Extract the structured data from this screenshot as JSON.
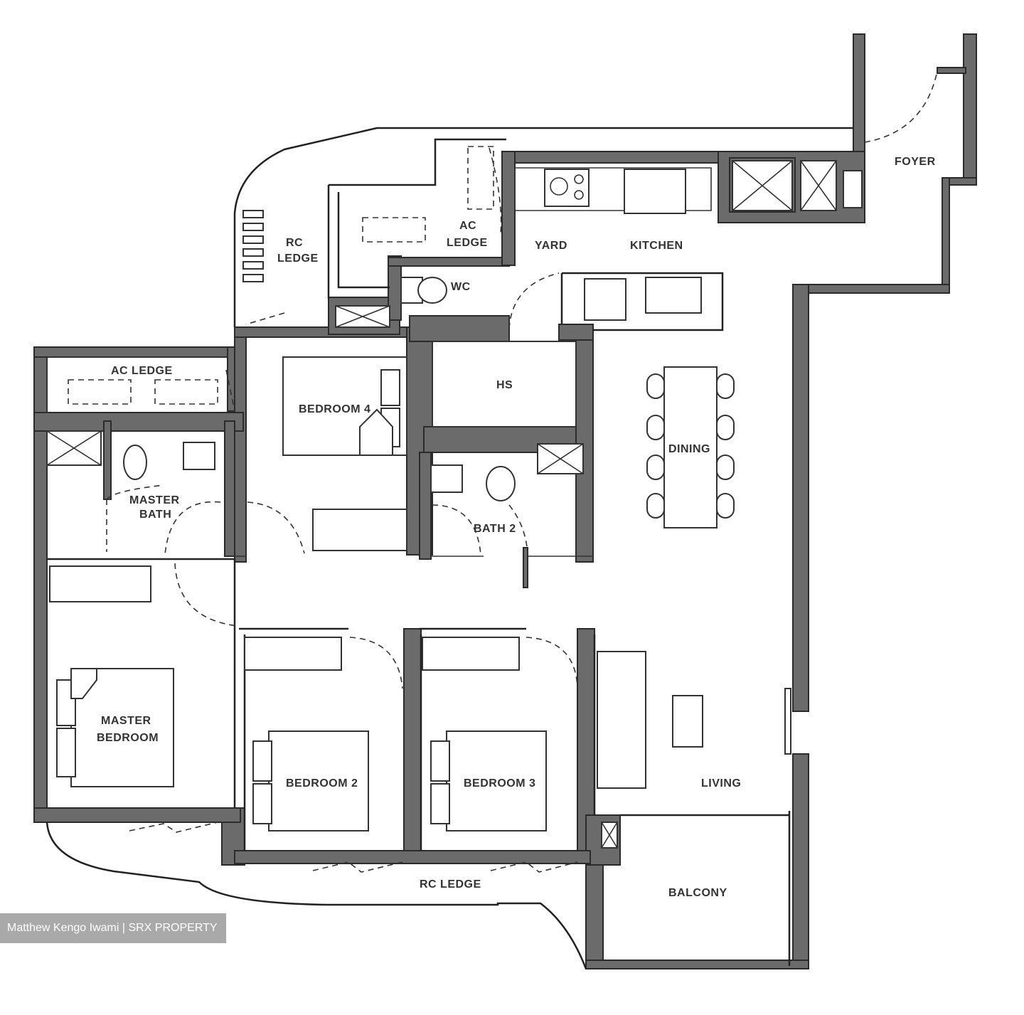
{
  "rooms": {
    "foyer": "FOYER",
    "rc_ledge_top": [
      "RC",
      "LEDGE"
    ],
    "ac_ledge_top": [
      "AC",
      "LEDGE"
    ],
    "yard": "YARD",
    "kitchen": "KITCHEN",
    "wc": "WC",
    "ac_ledge_left": "AC LEDGE",
    "bedroom4": "BEDROOM 4",
    "hs": "HS",
    "dining": "DINING",
    "master_bath": [
      "MASTER",
      "BATH"
    ],
    "bath2": "BATH 2",
    "master_bedroom": [
      "MASTER",
      "BEDROOM"
    ],
    "bedroom2": "BEDROOM 2",
    "bedroom3": "BEDROOM 3",
    "living": "LIVING",
    "rc_ledge_bottom": "RC LEDGE",
    "balcony": "BALCONY"
  },
  "watermark": "Matthew Kengo Iwami | SRX PROPERTY"
}
